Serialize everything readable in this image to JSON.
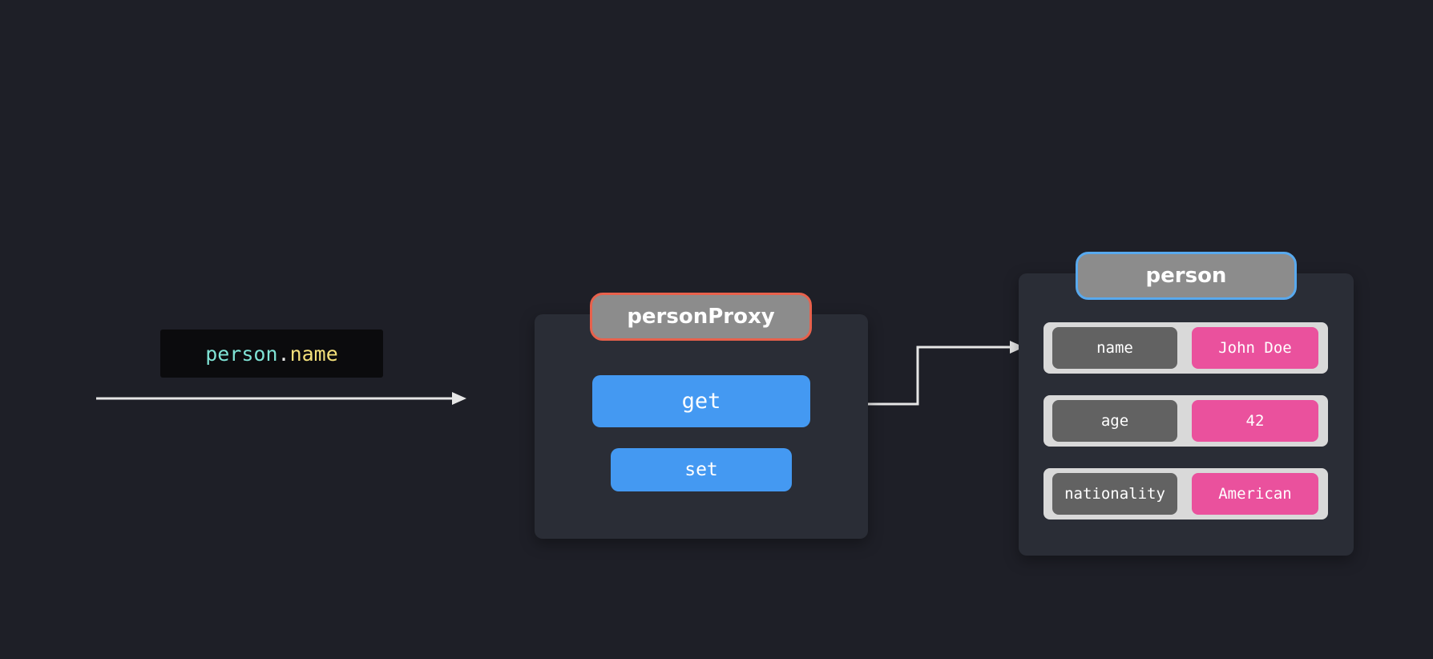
{
  "code": {
    "object": "person",
    "dot": ".",
    "property": "name"
  },
  "proxy": {
    "title": "personProxy",
    "traps": [
      "get",
      "set"
    ]
  },
  "target": {
    "title": "person",
    "properties": [
      {
        "key": "name",
        "value": "John Doe"
      },
      {
        "key": "age",
        "value": "42"
      },
      {
        "key": "nationality",
        "value": "American"
      }
    ]
  },
  "colors": {
    "background": "#1e1f27",
    "proxy_border": "#e8614c",
    "person_border": "#58a9ee",
    "trap_button": "#4499f2",
    "property_value": "#ea519d",
    "property_key": "#626262"
  }
}
